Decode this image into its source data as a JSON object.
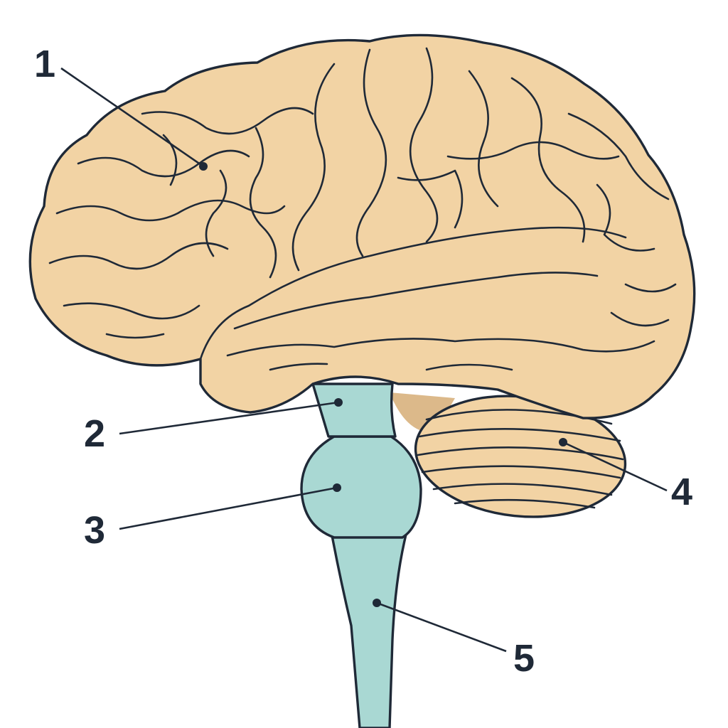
{
  "colors": {
    "background": "#ffffff",
    "brain_fill": "#f2d3a4",
    "brain_shadow": "#dcb98a",
    "brainstem_fill": "#a9d8d3",
    "outline": "#1f2937",
    "label_text": "#1f2937"
  },
  "labels": [
    {
      "id": "cerebrum",
      "number": "1"
    },
    {
      "id": "midbrain",
      "number": "2"
    },
    {
      "id": "pons",
      "number": "3"
    },
    {
      "id": "cerebellum",
      "number": "4"
    },
    {
      "id": "spinal-cord",
      "number": "5"
    }
  ]
}
